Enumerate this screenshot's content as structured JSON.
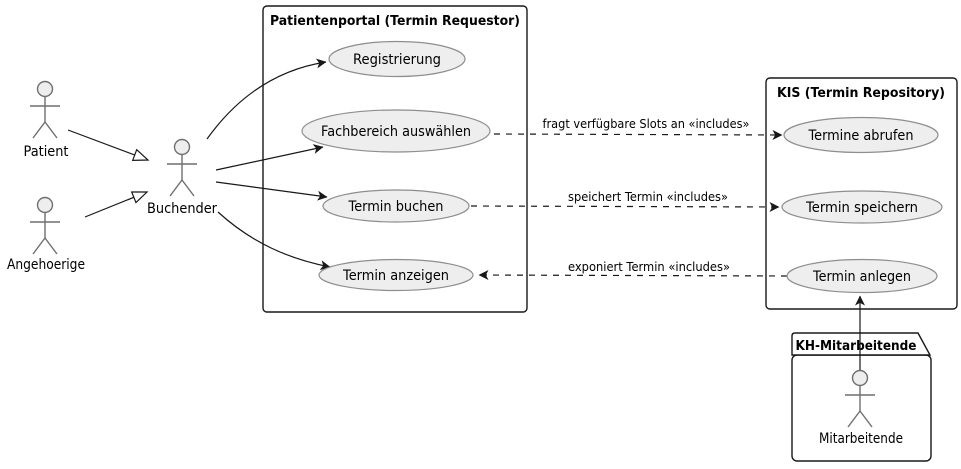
{
  "diagram": {
    "type": "uml-use-case-diagram"
  },
  "actors": {
    "patient": {
      "label": "Patient"
    },
    "angehoerige": {
      "label": "Angehoerige"
    },
    "buchender": {
      "label": "Buchender"
    },
    "mitarbeitende": {
      "label": "Mitarbeitende"
    }
  },
  "packages": {
    "patientenportal": {
      "title": "Patientenportal (Termin Requestor)"
    },
    "kis": {
      "title": "KIS (Termin Repository)"
    },
    "kh_mitarbeitende": {
      "title": "KH-Mitarbeitende"
    }
  },
  "usecases": {
    "registrierung": {
      "label": "Registrierung"
    },
    "fachbereich_auswaehlen": {
      "label": "Fachbereich auswählen"
    },
    "termin_buchen": {
      "label": "Termin buchen"
    },
    "termin_anzeigen": {
      "label": "Termin anzeigen"
    },
    "termine_abrufen": {
      "label": "Termine abrufen"
    },
    "termin_speichern": {
      "label": "Termin speichern"
    },
    "termin_anlegen": {
      "label": "Termin anlegen"
    }
  },
  "connectors": {
    "fragt_slots": {
      "label": "fragt verfügbare Slots an «includes»"
    },
    "speichert_termin": {
      "label": "speichert Termin «includes»"
    },
    "exponiert_termin": {
      "label": "exponiert Termin «includes»"
    }
  },
  "colors": {
    "usecase_fill": "#eeeeee",
    "usecase_border": "#8e8e8e",
    "line": "#181818",
    "actor_line": "#6f6f6f",
    "background": "#ffffff",
    "text": "#000000"
  }
}
